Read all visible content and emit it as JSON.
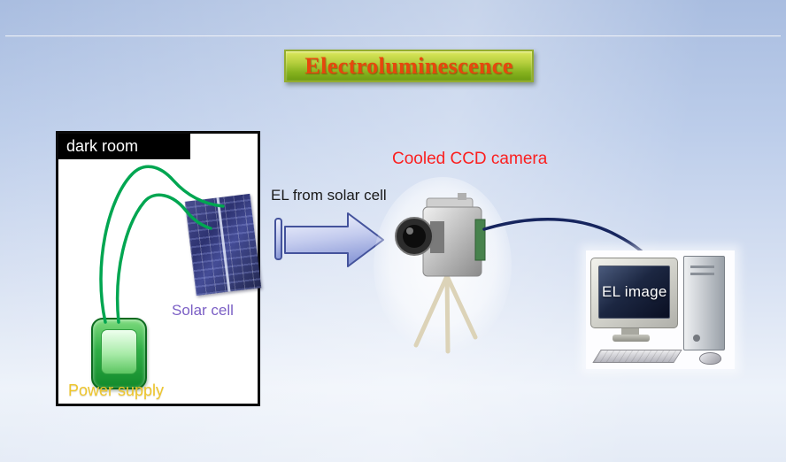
{
  "title": {
    "text": "Electroluminescence"
  },
  "dark_room": {
    "label": "dark room",
    "solar_cell_label": "Solar cell",
    "power_supply_label": "Power supply"
  },
  "flow": {
    "el_arrow_label": "EL from solar cell",
    "camera_label": "Cooled CCD camera"
  },
  "computer": {
    "screen_label": "EL image"
  },
  "colors": {
    "background_top": "#a9bde0",
    "background_bottom": "#e4ebf6",
    "title_text": "#e6470d",
    "title_gradient_top": "#dde85c",
    "title_gradient_bottom": "#6d9c12",
    "camera_label_text": "#fb1f1f",
    "solar_cell_label_text": "#7b5fc5",
    "power_supply_label_text": "#eec62d",
    "wire_green": "#00a651",
    "cable_navy": "#16255e",
    "arrow_outline": "#44539c"
  }
}
